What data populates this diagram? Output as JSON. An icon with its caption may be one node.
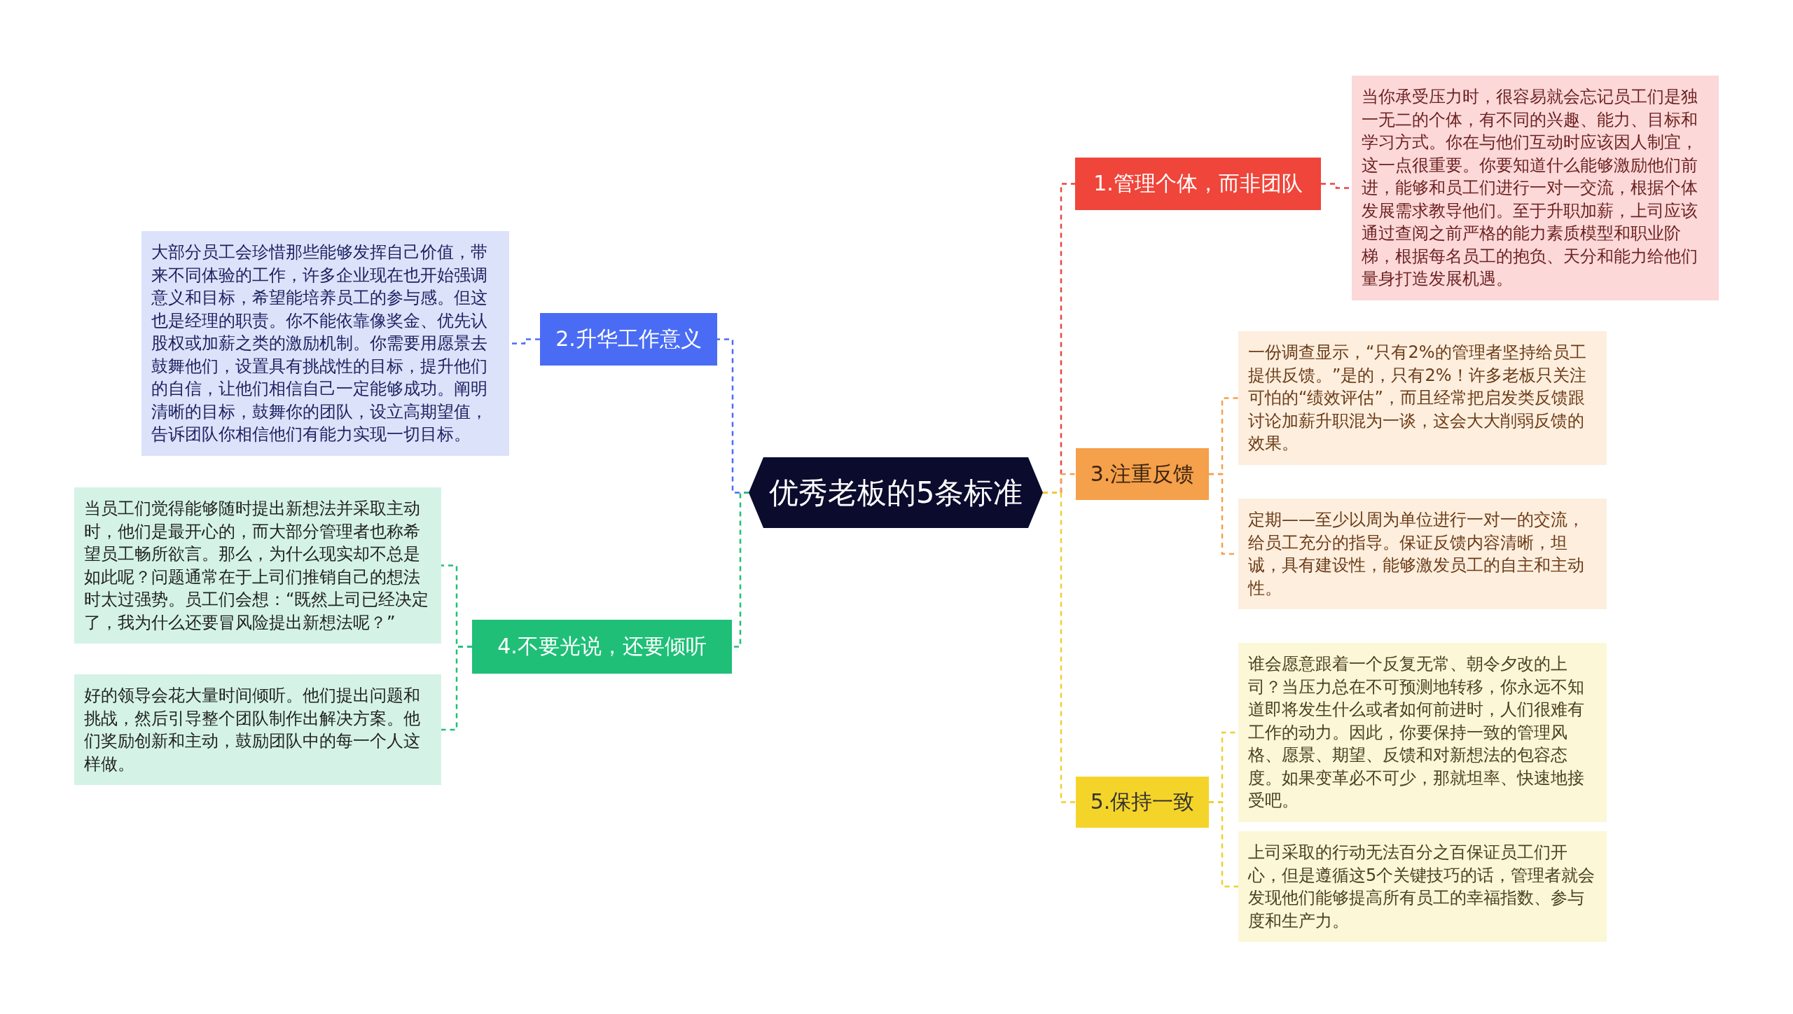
{
  "diagram": {
    "nodes": [
      {
        "text": [
          "优秀老板的5条标准"
        ]
      },
      {
        "text": [
          "1.管理个体，而非团队"
        ]
      },
      {
        "text": [
          "当你承受压力时，很容易就会忘记员工们是独一无二的个体，有不同的兴趣、能力、目标和学习方式。你在与他们互动时应该因人制宜，这一点很重要。你要知道什么能够激励他们前进，能够和员工们进行一对一交流，根据个体发展需求教导他们。至于升职加薪，上司应该通过查阅之前严格的能力素质模型和职业阶梯，根据每名员工的抱负、天分和能力给他们量身打造发展机遇。"
        ]
      },
      {
        "text": [
          "2.升华工作意义"
        ]
      },
      {
        "text": [
          "大部分员工会珍惜那些能够发挥自己价值，带来不同体验的工作，许多企业现在也开始强调意义和目标，希望能培养员工的参与感。但这也是经理的职责。你不能依靠像奖金、优先认股权或加薪之类的激励机制。你需要用愿景去鼓舞他们，设置具有挑战性的目标，提升他们的自信，让他们相信自己一定能够成功。阐明清晰的目标，鼓舞你的团队，设立高期望值，告诉团队你相信他们有能力实现一切目标。"
        ]
      },
      {
        "text": [
          "3.注重反馈"
        ]
      },
      {
        "text": [
          "一份调查显示，“只有2%的管理者坚持给员工提供反馈。”是的，只有2%！许多老板只关注可怕的“绩效评估”，而且经常把启发类反馈跟讨论加薪升职混为一谈，这会大大削弱反馈的效果。"
        ]
      },
      {
        "text": [
          "定期——至少以周为单位进行一对一的交流，给员工充分的指导。保证反馈内容清晰，坦诚，具有建设性，能够激发员工的自主和主动性。"
        ]
      },
      {
        "text": [
          "4.不要光说，还要倾听"
        ]
      },
      {
        "text": [
          "当员工们觉得能够随时提出新想法并采取主动时，他们是最开心的，而大部分管理者也称希望员工畅所欲言。那么，为什么现实却不总是如此呢？问题通常在于上司们推销自己的想法时太过强势。员工们会想：“既然上司已经决定了，我为什么还要冒风险提出新想法呢？”"
        ]
      },
      {
        "text": [
          "好的领导会花大量时间倾听。他们提出问题和挑战，然后引导整个团队制作出解决方案。他们奖励创新和主动，鼓励团队中的每一个人这样做。"
        ]
      },
      {
        "text": [
          "5.保持一致"
        ]
      },
      {
        "text": [
          "谁会愿意跟着一个反复无常、朝令夕改的上司？当压力总在不可预测地转移，你永远不知道即将发生什么或者如何前进时，人们很难有工作的动力。因此，你要保持一致的管理风格、愿景、期望、反馈和对新想法的包容态度。如果变革必不可少，那就坦率、快速地接受吧。"
        ]
      },
      {
        "text": [
          "上司采取的行动无法百分之百保证员工们开心，但是遵循这5个关键技巧的话，管理者就会发现他们能够提高所有员工的幸福指数、参与度和生产力。"
        ]
      }
    ],
    "edges": [
      {
        "from": 0,
        "to": 1,
        "arrow": "none",
        "style": "dashed",
        "color": "#e8463c"
      },
      {
        "from": 0,
        "to": 3,
        "arrow": "none",
        "style": "dashed",
        "color": "#4a6cf5"
      },
      {
        "from": 0,
        "to": 5,
        "arrow": "none",
        "style": "dashed",
        "color": "#f5a04a"
      },
      {
        "from": 0,
        "to": 8,
        "arrow": "none",
        "style": "dashed",
        "color": "#1fbf78"
      },
      {
        "from": 0,
        "to": 11,
        "arrow": "none",
        "style": "dashed",
        "color": "#f0cf2a"
      },
      {
        "from": 1,
        "to": 2,
        "arrow": "none",
        "style": "dashed",
        "color": "#e8463c"
      },
      {
        "from": 3,
        "to": 4,
        "arrow": "none",
        "style": "dashed",
        "color": "#4a6cf5"
      },
      {
        "from": 5,
        "to": 6,
        "arrow": "none",
        "style": "dashed",
        "color": "#f5a04a"
      },
      {
        "from": 5,
        "to": 7,
        "arrow": "none",
        "style": "dashed",
        "color": "#f5a04a"
      },
      {
        "from": 8,
        "to": 9,
        "arrow": "none",
        "style": "dashed",
        "color": "#1fbf78"
      },
      {
        "from": 8,
        "to": 10,
        "arrow": "none",
        "style": "dashed",
        "color": "#1fbf78"
      },
      {
        "from": 11,
        "to": 12,
        "arrow": "none",
        "style": "dashed",
        "color": "#f0cf2a"
      },
      {
        "from": 11,
        "to": 13,
        "arrow": "none",
        "style": "dashed",
        "color": "#f0cf2a"
      }
    ]
  }
}
